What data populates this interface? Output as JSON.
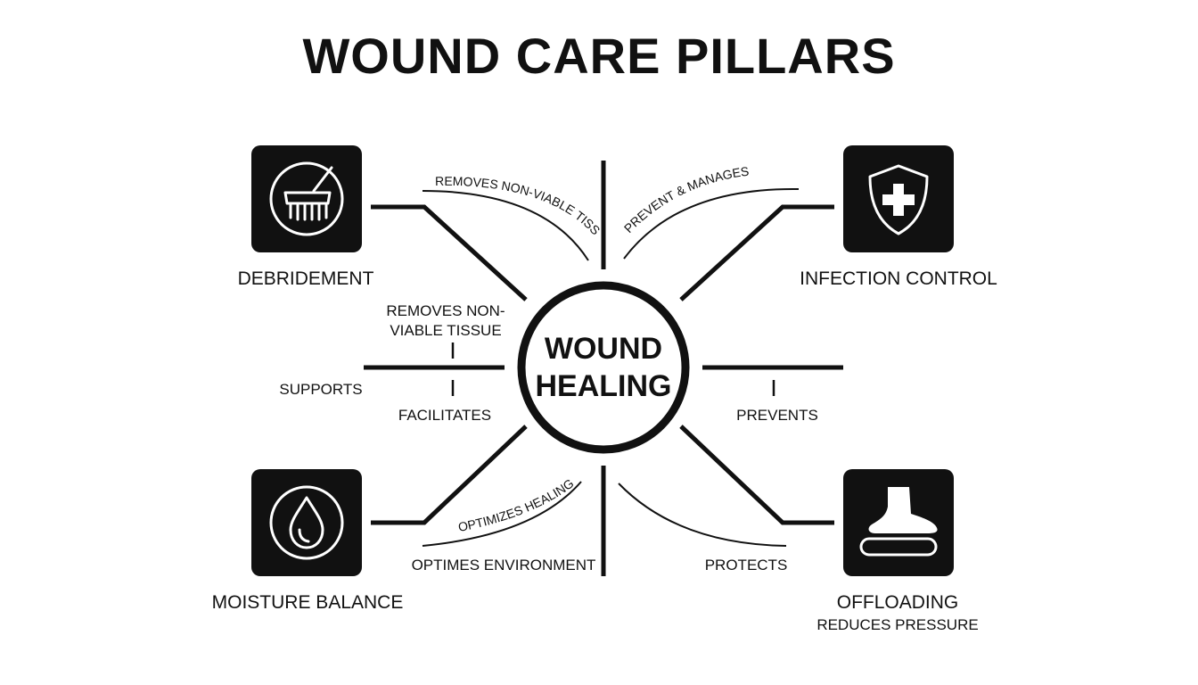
{
  "title": "WOUND CARE PILLARS",
  "center": {
    "line1": "WOUND",
    "line2": "HEALING"
  },
  "pillars": [
    {
      "label": "DEBRIDEMENT",
      "icon": "scrub-brush-icon"
    },
    {
      "label": "INFECTION CONTROL",
      "icon": "shield-cross-icon"
    },
    {
      "label": "MOISTURE BALANCE",
      "icon": "water-drop-icon"
    },
    {
      "label": "OFFLOADING",
      "sublabel": "REDUCES PRESSURE",
      "icon": "foot-offloading-icon"
    }
  ],
  "annotations": {
    "top_left_curve": "REMOVES NON-VIABLE TISSUE",
    "top_right_curve": "PREVENT & MANAGES BIOFILM",
    "left_removes_line1": "REMOVES NON-",
    "left_removes_line2": "VIABLE TISSUE",
    "supports": "SUPPORTS",
    "facilitates": "FACILITATES",
    "prevents": "PREVENTS",
    "bottom_left_curve": "OPTIMIZES HEALING",
    "optimes_environment": "OPTIMES ENVIRONMENT",
    "protects": "PROTECTS"
  }
}
